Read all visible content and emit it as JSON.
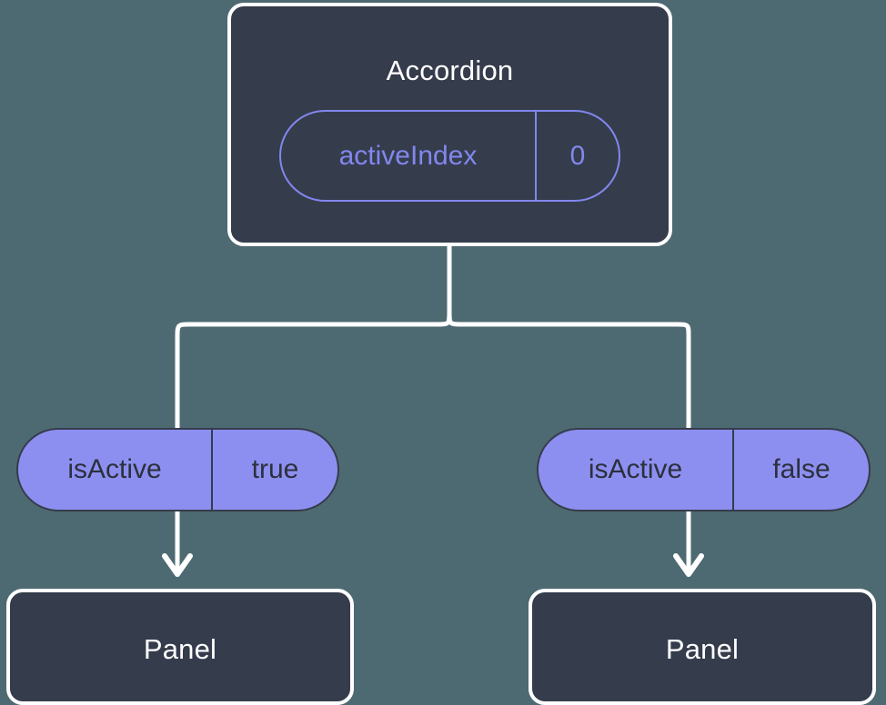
{
  "diagram": {
    "title_semantics": "react-component-state-props-tree",
    "background_color": "#4d6a72",
    "box_fill": "#353c4c",
    "box_border": "#ffffff",
    "accent_outline": "#8287ee",
    "accent_fill": "#8d8ff0",
    "accent_text_dark": "#2b303c"
  },
  "root": {
    "label": "Accordion",
    "state": {
      "key": "activeIndex",
      "value": "0"
    }
  },
  "branches": [
    {
      "prop": {
        "key": "isActive",
        "value": "true"
      },
      "child": {
        "label": "Panel"
      }
    },
    {
      "prop": {
        "key": "isActive",
        "value": "false"
      },
      "child": {
        "label": "Panel"
      }
    }
  ]
}
